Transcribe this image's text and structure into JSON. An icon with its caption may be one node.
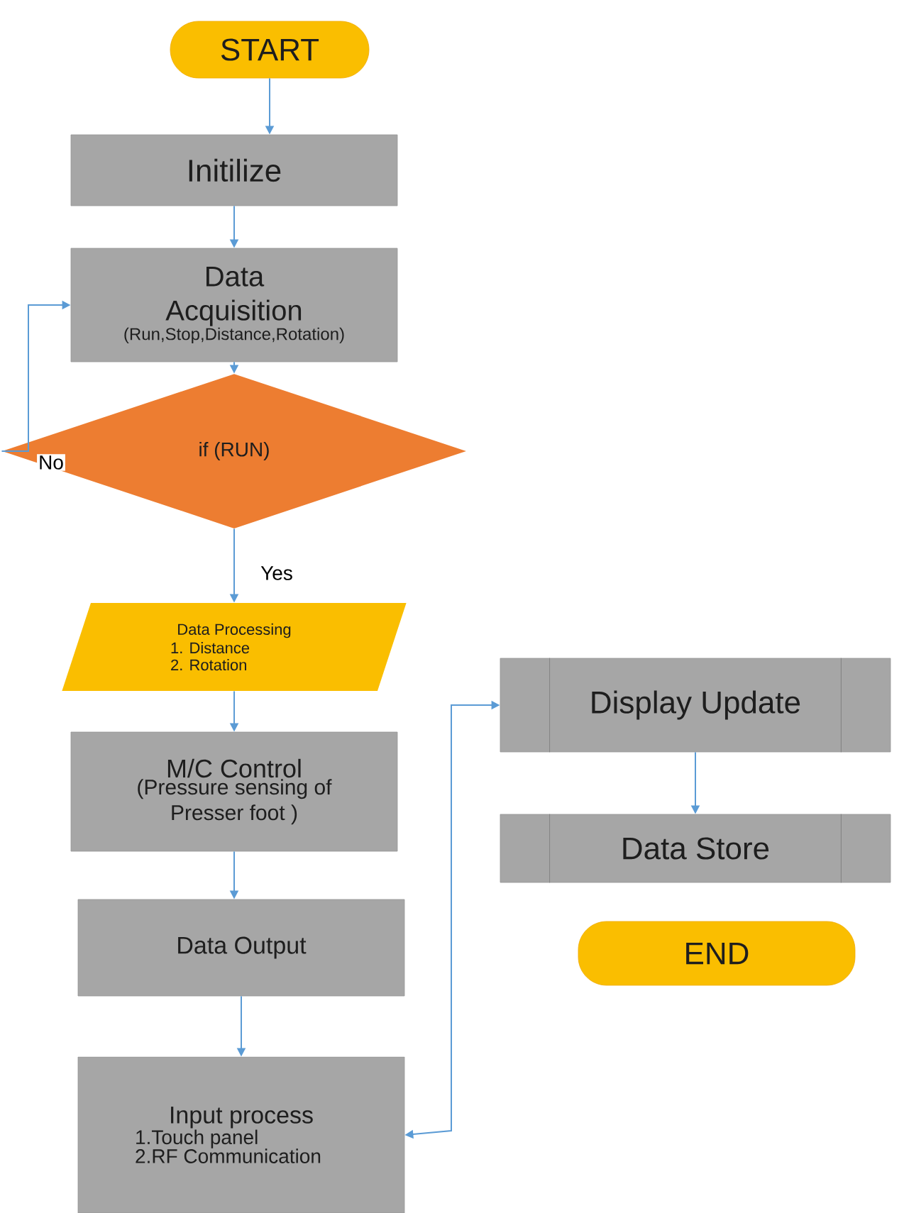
{
  "diagram": {
    "nodes": [
      {
        "text": [
          "START"
        ]
      },
      {
        "text": [
          "Initilize"
        ]
      },
      {
        "text": [
          "Data Acquisition",
          "(Run,Stop,Distance,Rotation)"
        ]
      },
      {
        "text": [
          "if (RUN)"
        ]
      },
      {
        "text": [
          "Data Processing",
          "1.    Distance",
          "2.    Rotation"
        ]
      },
      {
        "text": [
          "M/C Control",
          "(Pressure sensing of Presser foot )"
        ]
      },
      {
        "text": [
          "Data Output"
        ]
      },
      {
        "text": [
          "Input process",
          "1.Touch panel",
          "2.RF Communication"
        ]
      },
      {
        "text": [
          "Display Update"
        ]
      },
      {
        "text": [
          "Data Store"
        ]
      },
      {
        "text": [
          "END"
        ]
      }
    ],
    "edges": [
      {
        "from": 0,
        "to": 1,
        "arrow": "to"
      },
      {
        "from": 1,
        "to": 2,
        "arrow": "to"
      },
      {
        "from": 2,
        "to": 3,
        "arrow": "to"
      },
      {
        "from": 3,
        "to": 2,
        "arrow": "to",
        "label": "No"
      },
      {
        "from": 3,
        "to": 4,
        "arrow": "to",
        "label": "Yes"
      },
      {
        "from": 4,
        "to": 5,
        "arrow": "to"
      },
      {
        "from": 5,
        "to": 6,
        "arrow": "to"
      },
      {
        "from": 6,
        "to": 7,
        "arrow": "to"
      },
      {
        "from": 7,
        "to": 8,
        "arrow": "both"
      },
      {
        "from": 8,
        "to": 9,
        "arrow": "to"
      }
    ]
  }
}
